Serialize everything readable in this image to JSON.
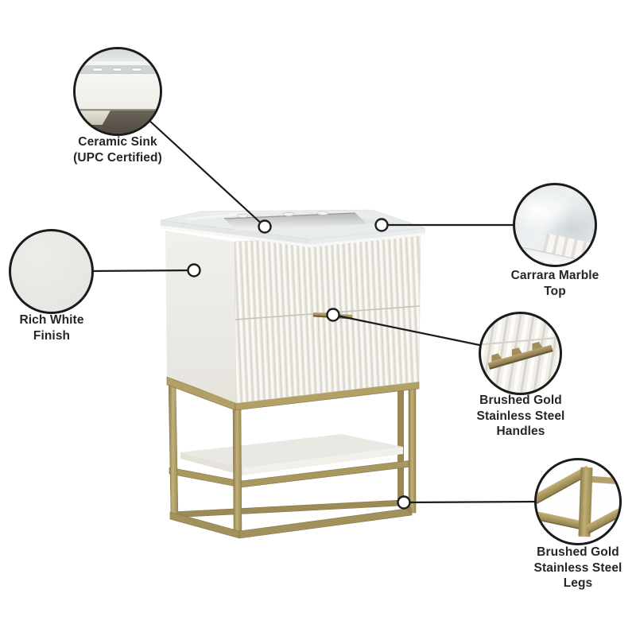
{
  "figure": {
    "kind": "product-feature-callout-diagram"
  },
  "callouts": [
    {
      "id": "ceramic-sink",
      "lines": [
        "Ceramic Sink",
        "(UPC Certified)"
      ]
    },
    {
      "id": "carrara-marble",
      "lines": [
        "Carrara Marble",
        "Top"
      ]
    },
    {
      "id": "rich-white",
      "lines": [
        "Rich White",
        "Finish"
      ]
    },
    {
      "id": "handles",
      "lines": [
        "Brushed Gold",
        "Stainless Steel",
        "Handles"
      ]
    },
    {
      "id": "legs",
      "lines": [
        "Brushed Gold",
        "Stainless Steel",
        "Legs"
      ]
    }
  ],
  "palette": {
    "outline": "#1b1b1b",
    "text": "#262626",
    "brushed_gold": "#a99760",
    "gold_dark": "#87764a",
    "cabinet_white": "#f0efea",
    "marble_gray": "#e9eced",
    "background": "#ffffff"
  }
}
